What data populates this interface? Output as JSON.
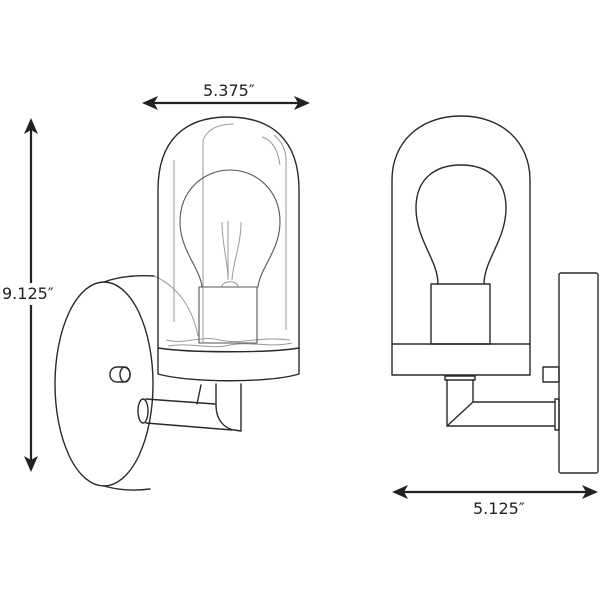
{
  "diagram": {
    "type": "product-dimension-drawing",
    "subject": "wall sconce light fixture",
    "views": [
      {
        "name": "front-perspective-view",
        "parts": [
          "round wall backplate",
          "set screw knob",
          "arm",
          "glass dome shade",
          "light bulb",
          "bulb socket",
          "shade base ring"
        ]
      },
      {
        "name": "side-view",
        "parts": [
          "wall backplate",
          "set screw knob",
          "arm",
          "glass dome shade",
          "light bulb",
          "bulb socket",
          "shade base ring"
        ]
      }
    ]
  },
  "dimensions": {
    "width_front": "5.375″",
    "height": "9.125″",
    "width_side": "5.125″"
  },
  "colors": {
    "line": "#2a2a2a",
    "thin_line": "#9a9a9a",
    "background": "#ffffff"
  }
}
